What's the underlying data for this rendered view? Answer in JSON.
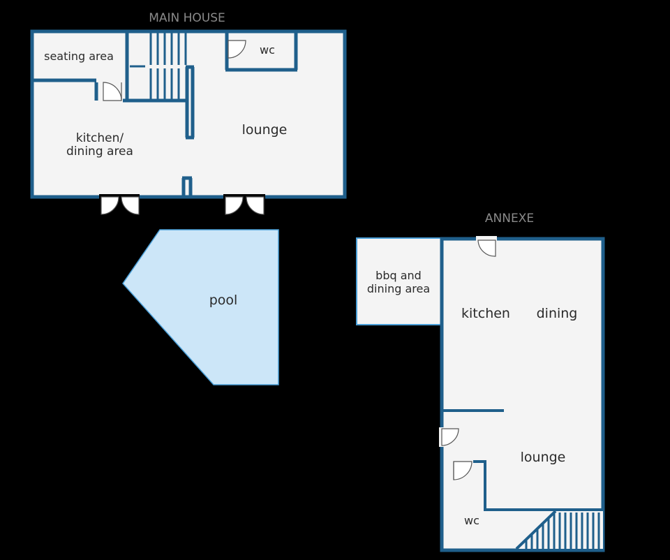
{
  "titles": {
    "main_house": "MAIN HOUSE",
    "annexe": "ANNEXE"
  },
  "main_house": {
    "seating_area": "seating area",
    "wc": "wc",
    "kitchen_line1": "kitchen/",
    "kitchen_line2": "dining area",
    "lounge": "lounge"
  },
  "pool": {
    "label": "pool"
  },
  "annexe": {
    "bbq_line1": "bbq and",
    "bbq_line2": "dining area",
    "kitchen": "kitchen",
    "dining": "dining",
    "lounge": "lounge",
    "wc": "wc"
  },
  "colors": {
    "background": "#000000",
    "wall": "#1f5f8b",
    "floor": "#f4f4f4",
    "pool": "#cce6f8",
    "outline": "#4a9fd8",
    "title": "#8a8a8a"
  }
}
